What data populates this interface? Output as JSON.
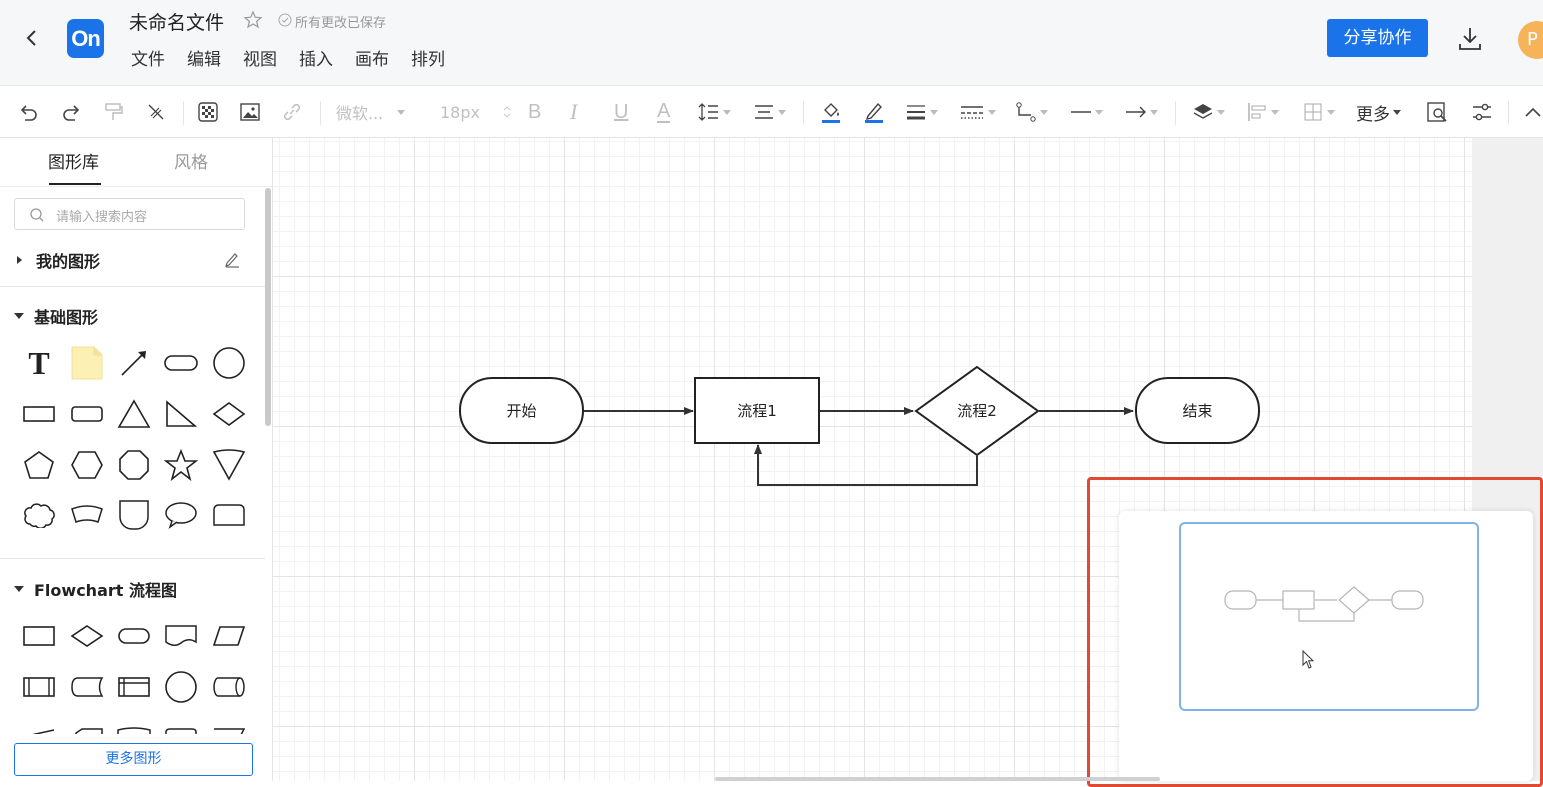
{
  "header": {
    "back_icon": "chevron-left-icon",
    "logo_text": "On",
    "title": "未命名文件",
    "star_icon": "star-icon",
    "saved_status": "所有更改已保存",
    "menu": [
      "文件",
      "编辑",
      "视图",
      "插入",
      "画布",
      "排列"
    ],
    "share_label": "分享协作",
    "download_icon": "download-icon",
    "avatar_initial": "P"
  },
  "toolbar": {
    "font_name": "微软...",
    "font_size": "18px",
    "more_label": "更多",
    "icons": [
      "undo-icon",
      "redo-icon",
      "format-painter-icon",
      "clear-format-icon",
      "transparency-icon",
      "image-icon",
      "link-icon",
      "bold-icon",
      "italic-icon",
      "underline-icon",
      "font-color-icon",
      "line-height-icon",
      "align-icon",
      "fill-icon",
      "pen-icon",
      "line-width-icon",
      "line-style-icon",
      "connector-icon",
      "line-start-icon",
      "arrow-end-icon",
      "layers-icon",
      "align-objects-icon",
      "arrange-icon",
      "search-replace-icon",
      "settings-icon",
      "collapse-icon"
    ]
  },
  "sidebar": {
    "tabs": [
      "图形库",
      "风格"
    ],
    "search_placeholder": "请输入搜索内容",
    "my_shapes": "我的图形",
    "basic_shapes": "基础图形",
    "flowchart": "Flowchart 流程图",
    "more_shapes": "更多图形",
    "text_glyph": "T"
  },
  "canvas": {
    "nodes": [
      "开始",
      "流程1",
      "流程2",
      "结束"
    ]
  },
  "colors": {
    "accent": "#1a73e8",
    "highlight_border": "#e04a32",
    "minimap_viewport": "#7fb3e6"
  }
}
